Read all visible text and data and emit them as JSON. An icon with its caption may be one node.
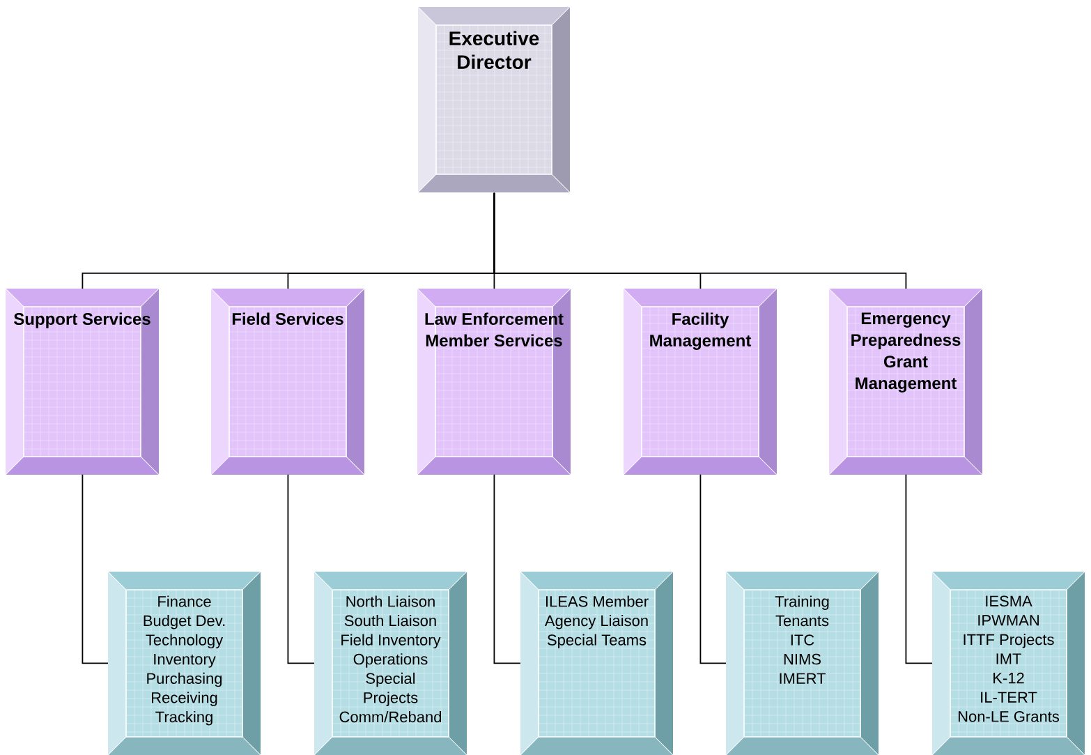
{
  "diagram": {
    "nodes": [
      {
        "text": [
          "Executive Director"
        ]
      },
      {
        "text": [
          "Support Services"
        ]
      },
      {
        "text": [
          "Field Services"
        ]
      },
      {
        "text": [
          "Law Enforcement Member Services"
        ]
      },
      {
        "text": [
          "Facility Management"
        ]
      },
      {
        "text": [
          "Emergency Preparedness Grant Management"
        ]
      },
      {
        "text": [
          "Finance",
          "Budget Dev.",
          "Technology",
          "Inventory",
          "Purchasing",
          "Receiving",
          "Tracking"
        ]
      },
      {
        "text": [
          "North Liaison",
          "South Liaison",
          "Field Inventory",
          "Operations",
          "Special",
          "Projects",
          "Comm/Reband"
        ]
      },
      {
        "text": [
          "ILEAS Member",
          "Agency Liaison",
          "Special Teams"
        ]
      },
      {
        "text": [
          "Training",
          "Tenants",
          "ITC",
          "NIMS",
          "IMERT"
        ]
      },
      {
        "text": [
          "IESMA",
          "IPWMAN",
          "ITTF Projects",
          "IMT",
          "K-12",
          "IL-TERT",
          "Non-LE Grants"
        ]
      }
    ],
    "edges": [
      {
        "from": 0,
        "to": 1,
        "arrow": "none"
      },
      {
        "from": 0,
        "to": 2,
        "arrow": "none"
      },
      {
        "from": 0,
        "to": 3,
        "arrow": "none"
      },
      {
        "from": 0,
        "to": 4,
        "arrow": "none"
      },
      {
        "from": 0,
        "to": 5,
        "arrow": "none"
      },
      {
        "from": 1,
        "to": 6,
        "arrow": "none"
      },
      {
        "from": 2,
        "to": 7,
        "arrow": "none"
      },
      {
        "from": 3,
        "to": 8,
        "arrow": "none"
      },
      {
        "from": 4,
        "to": 9,
        "arrow": "none"
      },
      {
        "from": 5,
        "to": 10,
        "arrow": "none"
      }
    ]
  }
}
